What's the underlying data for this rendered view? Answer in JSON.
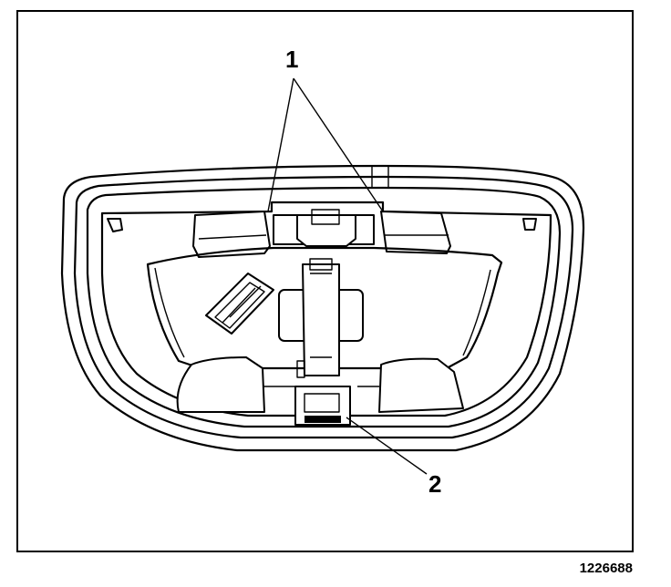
{
  "callouts": [
    {
      "label": "1"
    },
    {
      "label": "2"
    }
  ],
  "figure_number": "1226688"
}
